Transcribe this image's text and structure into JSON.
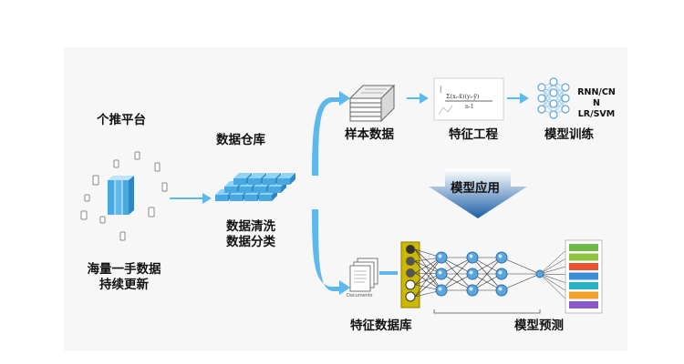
{
  "labels": {
    "platform": "个推平台",
    "mass_data_line1": "海量一手数据",
    "mass_data_line2": "持续更新",
    "warehouse": "数据仓库",
    "cleaning_line1": "数据清洗",
    "cleaning_line2": "数据分类",
    "sample_data": "样本数据",
    "feature_engineering": "特征工程",
    "model_training": "模型训练",
    "models_line1": "RNN/CN",
    "models_line2": "N",
    "models_line3": "LR/SVM",
    "model_application": "模型应用",
    "feature_database": "特征数据库",
    "model_prediction": "模型预测",
    "documents": "Documents"
  },
  "colors": {
    "arrow": "#5db8ec",
    "cube_top": "#8fd3f4",
    "cube_front": "#4aa8e0",
    "cube_side": "#2f86c4",
    "dark_arrow_top": "#ffffff",
    "dark_arrow_bottom": "#1c5fa6",
    "node": "#5aa6dc",
    "node_dark": "#2c6fb0",
    "feature_panel": "#cdb800"
  },
  "output_panel_colors": [
    "#6dbb45",
    "#8ec63f",
    "#e8532f",
    "#3b8ed6",
    "#2ab3c4",
    "#f2a22a",
    "#8a58c9"
  ]
}
